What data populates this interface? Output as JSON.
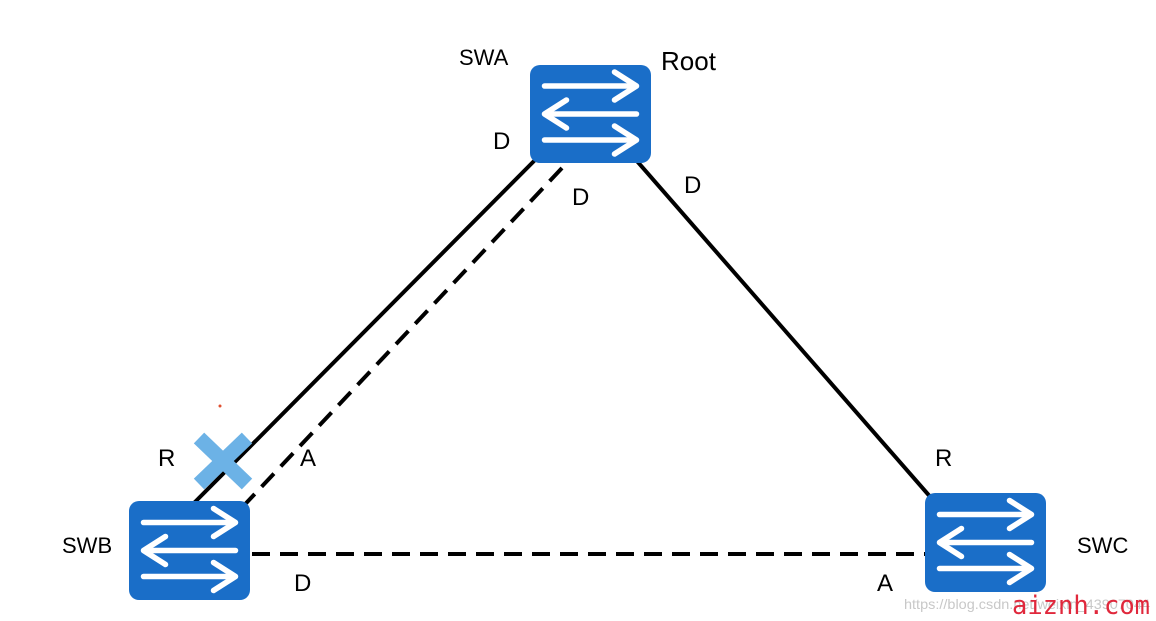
{
  "switches": [
    {
      "id": "swa",
      "name": "SWA",
      "role": "Root"
    },
    {
      "id": "swb",
      "name": "SWB"
    },
    {
      "id": "swc",
      "name": "SWC"
    }
  ],
  "ports": {
    "swa_to_swb_upper": "D",
    "swa_to_swb_lower": "D",
    "swa_to_swc": "D",
    "swb_root": "R",
    "swb_alternate": "A",
    "swb_to_swc": "D",
    "swc_root": "R",
    "swc_alternate": "A"
  },
  "colors": {
    "switch_fill": "#1a6ec8",
    "link": "#000000",
    "blocked_mark": "#6cb2e6",
    "watermark_brand": "#e0283c"
  },
  "icons": {
    "switch": "switch-arrows-icon",
    "blocked": "x-mark-icon"
  },
  "watermark": {
    "url": "https://blog.csdn.net/weixin_43907044",
    "brand": "aiznh.com"
  }
}
